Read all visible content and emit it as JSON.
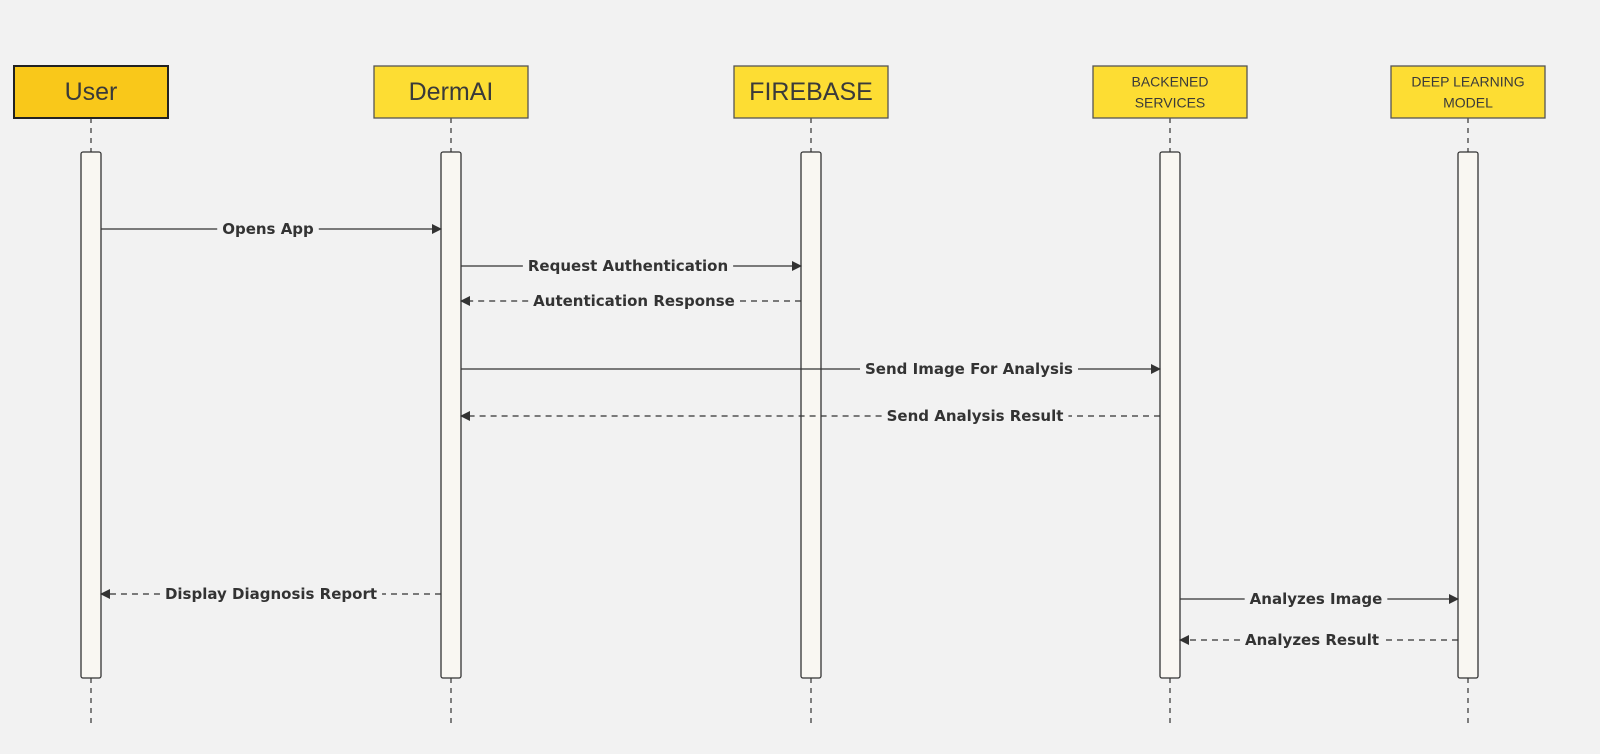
{
  "diagram": {
    "type": "sequence",
    "colors": {
      "background": "#f2f2f2",
      "actor_fill": "#fddd33",
      "actor_fill_active": "#f9c81a",
      "actor_stroke": "#555555",
      "actor_stroke_active": "#222222",
      "activation_fill": "#f9f7f2",
      "line": "#333333"
    },
    "actors": [
      {
        "id": "user",
        "label_lines": [
          "User"
        ],
        "active": true
      },
      {
        "id": "dermai",
        "label_lines": [
          "DermAI"
        ],
        "active": false
      },
      {
        "id": "firebase",
        "label_lines": [
          "FIREBASE"
        ],
        "active": false
      },
      {
        "id": "backend",
        "label_lines": [
          "BACKENED",
          "SERVICES"
        ],
        "active": false
      },
      {
        "id": "dl-model",
        "label_lines": [
          "DEEP LEARNING",
          "MODEL"
        ],
        "active": false
      }
    ],
    "messages": [
      {
        "from": "user",
        "to": "dermai",
        "label": "Opens  App",
        "style": "solid"
      },
      {
        "from": "dermai",
        "to": "firebase",
        "label": "Request Authentication",
        "style": "solid"
      },
      {
        "from": "firebase",
        "to": "dermai",
        "label": "Autentication Response",
        "style": "dashed"
      },
      {
        "from": "dermai",
        "to": "backend",
        "label": "Send Image For Analysis",
        "style": "solid"
      },
      {
        "from": "backend",
        "to": "dermai",
        "label": "Send Analysis Result",
        "style": "dashed"
      },
      {
        "from": "dermai",
        "to": "user",
        "label": "Display Diagnosis Report",
        "style": "dashed"
      },
      {
        "from": "backend",
        "to": "dl-model",
        "label": "Analyzes Image",
        "style": "solid"
      },
      {
        "from": "dl-model",
        "to": "backend",
        "label": "Analyzes Result",
        "style": "dashed"
      }
    ]
  }
}
